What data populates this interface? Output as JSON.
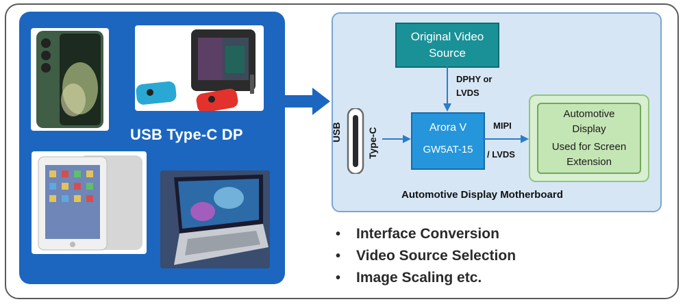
{
  "devices_panel": {
    "title": "USB Type-C DP",
    "devices": [
      "phone",
      "handheld-console",
      "tablet",
      "laptop"
    ]
  },
  "motherboard": {
    "title": "Automotive Display Motherboard",
    "video_source": [
      "Original Video",
      "Source"
    ],
    "link_top": [
      "DPHY or",
      "LVDS"
    ],
    "usb_label": "USB",
    "typec_label": "Type-C",
    "fpga": [
      "Arora V",
      "GW5AT-15"
    ],
    "link_right_top": "MIPI",
    "link_right_bottom": "/ LVDS",
    "display": [
      "Automotive",
      "Display",
      "Used for Screen",
      "Extension"
    ]
  },
  "features": [
    "Interface Conversion",
    "Video Source Selection",
    "Image Scaling etc."
  ],
  "colors": {
    "panel_blue": "#1c66c0",
    "teal": "#1a9197",
    "fpga_blue": "#2596db",
    "display_green": "#c4e5b4",
    "motherboard_bg": "#d7e6f5"
  }
}
